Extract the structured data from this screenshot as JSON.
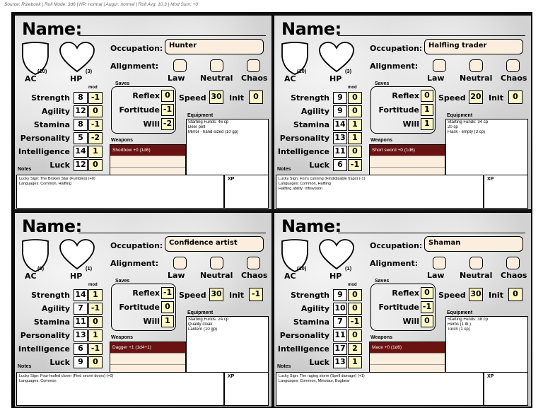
{
  "source_line": "Source: Rulebook | Roll Mode: 3d6 | HP: normal | Augur: normal | Roll Avg: 10.3 | Mod Sum: +0",
  "labels": {
    "name": "Name:",
    "occupation": "Occupation:",
    "alignment": "Alignment:",
    "law": "Law",
    "neutral": "Neutral",
    "chaos": "Chaos",
    "ac": "AC",
    "hp": "HP",
    "saves": "Saves",
    "mod": "mod",
    "speed": "Speed",
    "init": "Init",
    "equipment": "Equipment",
    "weapons": "Weapons",
    "notes": "Notes",
    "xp": "XP",
    "stats": [
      "Strength",
      "Agility",
      "Stamina",
      "Personality",
      "Intelligence",
      "Luck"
    ],
    "save_names": [
      "Reflex",
      "Fortitude",
      "Will"
    ]
  },
  "cards": [
    {
      "occupation": "Hunter",
      "ac": "(10)",
      "hp": "(3)",
      "stats": [
        {
          "val": "8",
          "mod": "-1"
        },
        {
          "val": "12",
          "mod": "0"
        },
        {
          "val": "8",
          "mod": "-1"
        },
        {
          "val": "5",
          "mod": "-2"
        },
        {
          "val": "14",
          "mod": "1"
        },
        {
          "val": "12",
          "mod": "0"
        }
      ],
      "saves": [
        "0",
        "-1",
        "-2"
      ],
      "speed": "30",
      "init": "0",
      "equipment": [
        "Starting Funds: 46 cp",
        "Deer pelt",
        "Mirror - hand-sized (10 gp)"
      ],
      "weapons": [
        "Shortbow +0 (1d6)",
        "",
        ""
      ],
      "notes": [
        "Lucky Sign: The Broken Star (Fumbles) (+0)",
        "Languages: Common, Halfling"
      ]
    },
    {
      "occupation": "Halfling trader",
      "ac": "(10)",
      "hp": "(3)",
      "stats": [
        {
          "val": "9",
          "mod": "0"
        },
        {
          "val": "9",
          "mod": "0"
        },
        {
          "val": "14",
          "mod": "1"
        },
        {
          "val": "13",
          "mod": "1"
        },
        {
          "val": "11",
          "mod": "0"
        },
        {
          "val": "6",
          "mod": "-1"
        }
      ],
      "saves": [
        "0",
        "1",
        "1"
      ],
      "speed": "20",
      "init": "0",
      "equipment": [
        "Starting Funds: 34 cp",
        "20 sp",
        "Flask - empty (3 cp)"
      ],
      "weapons": [
        "Short sword +0 (1d6)",
        "",
        ""
      ],
      "notes": [
        "Lucky Sign: Fox's cunning (Find/disable traps) (-1)",
        "Languages: Common, Halfling",
        "Halfling ability: Infravision"
      ]
    },
    {
      "occupation": "Confidence artist",
      "ac": "(9)",
      "hp": "(1)",
      "stats": [
        {
          "val": "14",
          "mod": "1"
        },
        {
          "val": "7",
          "mod": "-1"
        },
        {
          "val": "11",
          "mod": "0"
        },
        {
          "val": "13",
          "mod": "1"
        },
        {
          "val": "6",
          "mod": "-1"
        },
        {
          "val": "9",
          "mod": "0"
        }
      ],
      "saves": [
        "-1",
        "0",
        "1"
      ],
      "speed": "30",
      "init": "-1",
      "equipment": [
        "Starting Funds: 24 cp",
        "Quality cloak",
        "Lantern (10 gp)"
      ],
      "weapons": [
        "Dagger +1 (1d4+1)",
        "",
        ""
      ],
      "notes": [
        "Lucky Sign: Four-leafed clover (Find secret doors) (+0)",
        "Languages: Common"
      ]
    },
    {
      "occupation": "Shaman",
      "ac": "(10)",
      "hp": "(1)",
      "stats": [
        {
          "val": "9",
          "mod": "0"
        },
        {
          "val": "10",
          "mod": "0"
        },
        {
          "val": "7",
          "mod": "-1"
        },
        {
          "val": "11",
          "mod": "0"
        },
        {
          "val": "17",
          "mod": "2"
        },
        {
          "val": "13",
          "mod": "1"
        }
      ],
      "saves": [
        "0",
        "-1",
        "0"
      ],
      "speed": "30",
      "init": "0",
      "equipment": [
        "Starting Funds: 38 cp",
        "Herbs (1 lb.)",
        "Torch (1 cp)"
      ],
      "weapons": [
        "Mace +0 (1d6)",
        "",
        ""
      ],
      "notes": [
        "Lucky Sign: The raging storm (Spell damage) (+1)",
        "Languages: Common, Minotaur, Bugbear"
      ]
    }
  ]
}
